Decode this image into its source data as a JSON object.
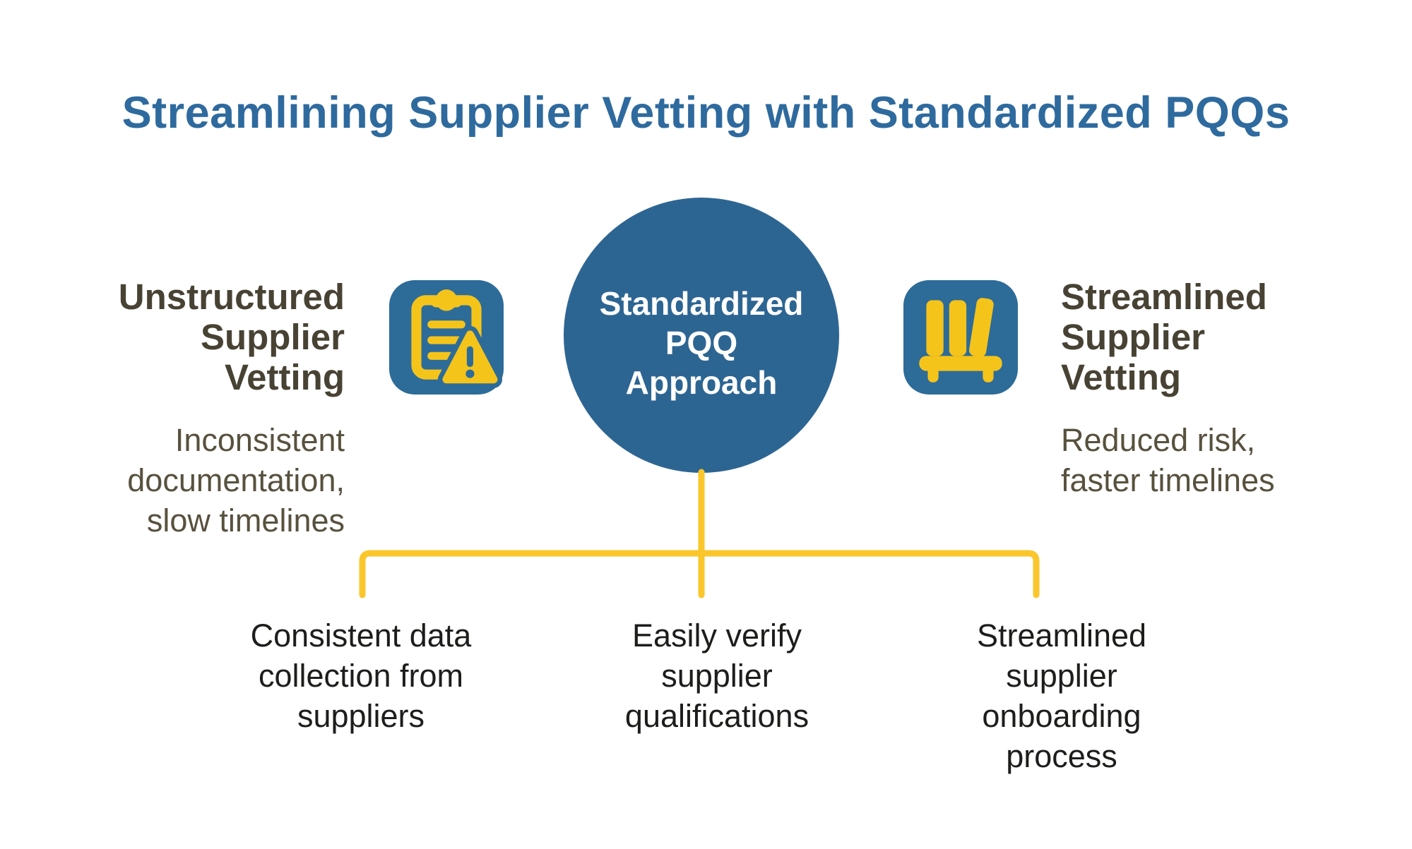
{
  "title": "Streamlining Supplier Vetting with Standardized PQQs",
  "colors": {
    "blue-title": "#2E6A9E",
    "blue-circle": "#2D6592",
    "blue-icon": "#2D6B99",
    "yellow-icon": "#F5C41A",
    "yellow-line": "#FAC62B",
    "olive-bold": "#474233",
    "olive-light": "#57513E",
    "ink": "#1D1D1B"
  },
  "left": {
    "icon": "clipboard-warning-icon",
    "heading_lines": [
      "Unstructured",
      "Supplier",
      "Vetting"
    ],
    "subtext_lines": [
      "Inconsistent",
      "documentation,",
      "slow timelines"
    ]
  },
  "center": {
    "label_lines": [
      "Standardized",
      "PQQ",
      "Approach"
    ]
  },
  "right": {
    "icon": "bookshelf-icon",
    "heading_lines": [
      "Streamlined",
      "Supplier",
      "Vetting"
    ],
    "subtext_lines": [
      "Reduced risk,",
      "faster timelines"
    ]
  },
  "benefits": [
    {
      "lines": [
        "Consistent data",
        "collection from",
        "suppliers",
        ""
      ]
    },
    {
      "lines": [
        "Easily verify",
        "supplier",
        "qualifications",
        ""
      ]
    },
    {
      "lines": [
        "Streamlined",
        "supplier",
        "onboarding",
        "process"
      ]
    }
  ]
}
